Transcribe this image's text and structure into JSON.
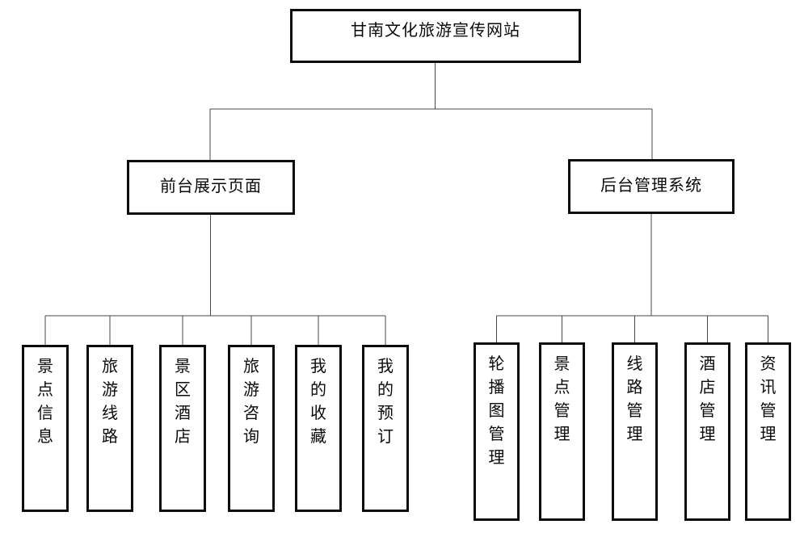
{
  "diagram": {
    "root": {
      "label": "甘南文化旅游宣传网站"
    },
    "branches": [
      {
        "label": "前台展示页面",
        "children": [
          {
            "label": "景点信息"
          },
          {
            "label": "旅游线路"
          },
          {
            "label": "景区酒店"
          },
          {
            "label": "旅游咨询"
          },
          {
            "label": "我的收藏"
          },
          {
            "label": "我的预订"
          }
        ]
      },
      {
        "label": "后台管理系统",
        "children": [
          {
            "label": "轮播图管理"
          },
          {
            "label": "景点管理"
          },
          {
            "label": "线路管理"
          },
          {
            "label": "酒店管理"
          },
          {
            "label": "资讯管理"
          }
        ]
      }
    ]
  }
}
